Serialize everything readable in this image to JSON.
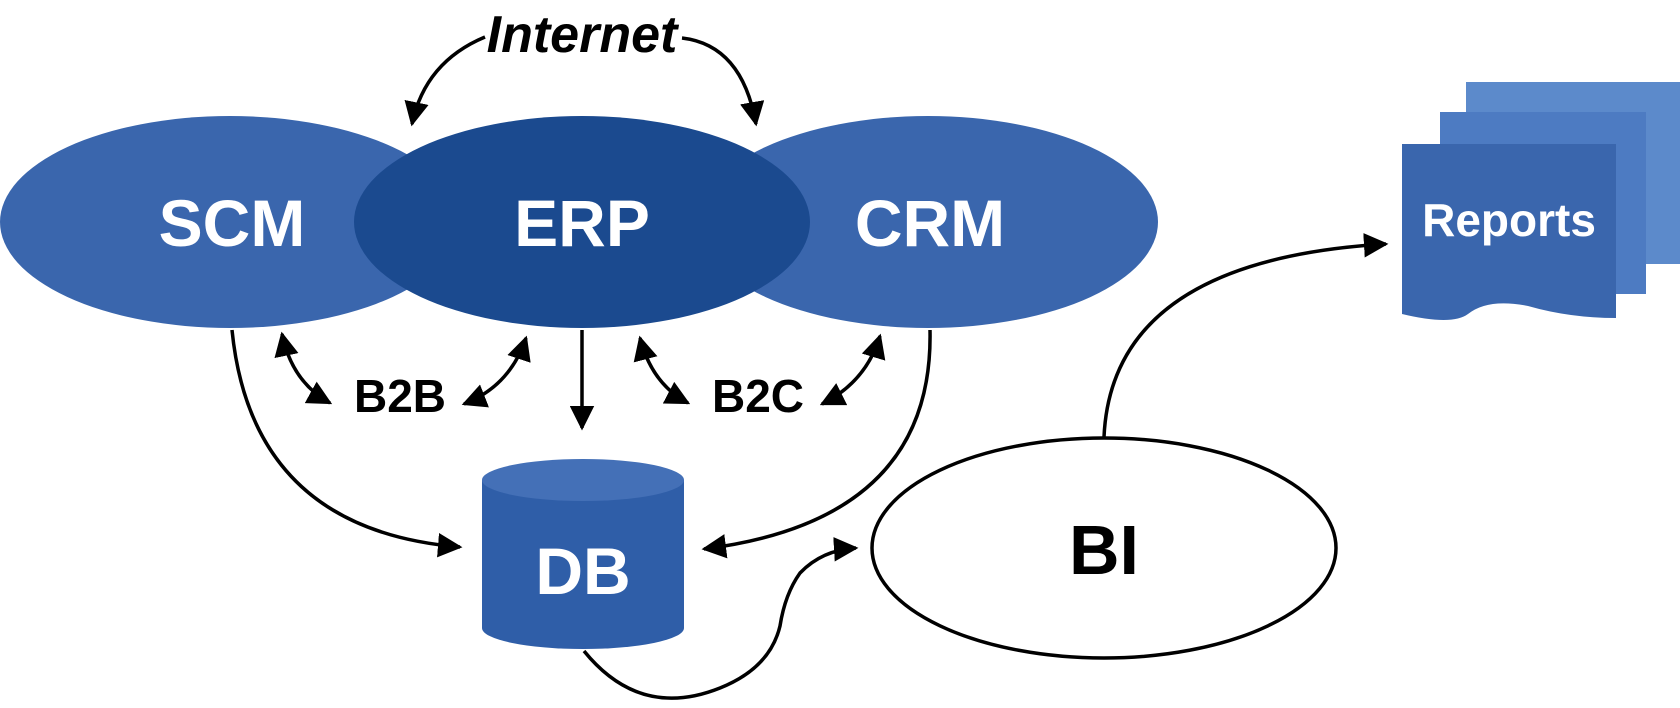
{
  "nodes": {
    "scm": {
      "label": "SCM"
    },
    "erp": {
      "label": "ERP"
    },
    "crm": {
      "label": "CRM"
    },
    "db": {
      "label": "DB"
    },
    "bi": {
      "label": "BI"
    },
    "reports": {
      "label": "Reports"
    }
  },
  "labels": {
    "internet": "Internet",
    "b2b": "B2B",
    "b2c": "B2C"
  },
  "colors": {
    "erp_fill": "#1b4a8f",
    "system_fill": "#3a66ad",
    "db_fill": "#2f5ea8",
    "db_top": "#4470b7",
    "reports_back": "#5c8acb",
    "reports_mid": "#4d7bc2",
    "reports_front": "#3a66ad",
    "bi_fill": "#ffffff",
    "stroke": "#000000"
  }
}
